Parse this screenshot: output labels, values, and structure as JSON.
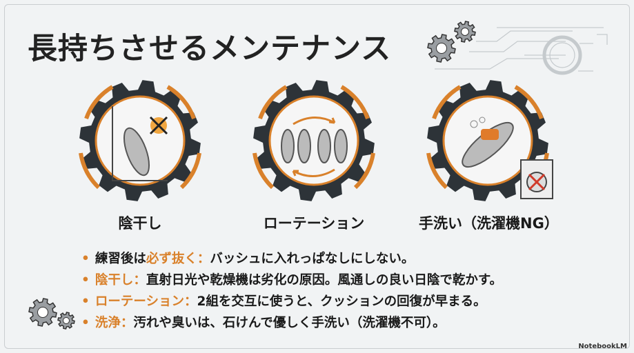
{
  "title": "長持ちさせるメンテナンス",
  "accent": "#d9812b",
  "gear_color": "#2d3338",
  "cards": [
    {
      "label": "陰干し",
      "icon": "insole-shade-no-sun-icon"
    },
    {
      "label": "ローテーション",
      "icon": "insole-rotation-icon"
    },
    {
      "label": "手洗い（洗濯機NG）",
      "icon": "hand-wash-no-washing-machine-icon"
    }
  ],
  "bullets": [
    {
      "highlight": "必ず抜く：",
      "prefix": "練習後は",
      "text": "バッシュに入れっぱなしにしない。"
    },
    {
      "highlight": "陰干し：",
      "prefix": "",
      "text": "直射日光や乾燥機は劣化の原因。風通しの良い日陰で乾かす。"
    },
    {
      "highlight": "ローテーション：",
      "prefix": "",
      "text": "2組を交互に使うと、クッションの回復が早まる。"
    },
    {
      "highlight": "洗浄：",
      "prefix": "",
      "text": "汚れや臭いは、石けんで優しく手洗い（洗濯機不可）。"
    }
  ],
  "brand": "NotebookLM"
}
